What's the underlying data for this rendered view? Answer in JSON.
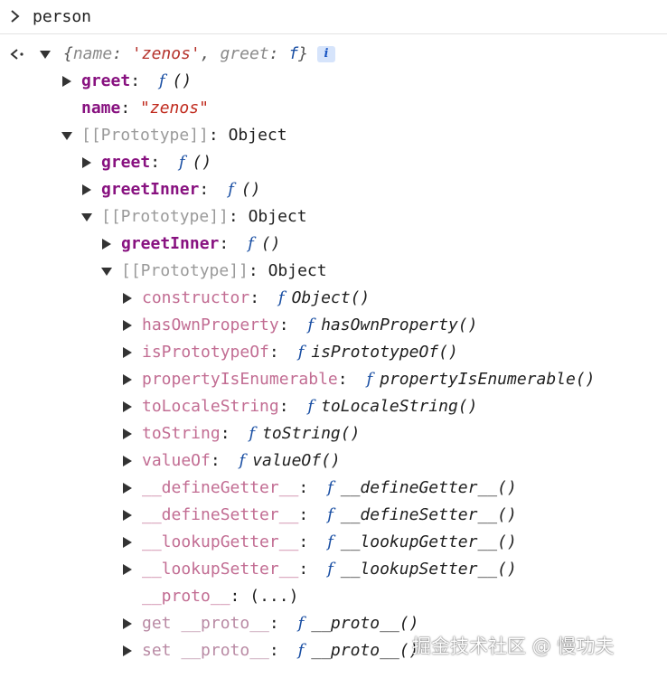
{
  "console": {
    "input": "person",
    "preview": {
      "open": "{",
      "k1": "name",
      "colon1": ": ",
      "v1": "'zenos'",
      "comma": ", ",
      "k2": "greet",
      "colon2": ": ",
      "v2": "f",
      "close": "}",
      "badge": "i"
    },
    "rows": [
      {
        "key": "greet",
        "colon": ": ",
        "fsym": "f",
        "fname": "()"
      },
      {
        "key": "name",
        "colon": ": ",
        "value": "\"zenos\""
      },
      {
        "key": "[[Prototype]]",
        "colon": ": ",
        "value": "Object"
      },
      {
        "key": "greet",
        "colon": ": ",
        "fsym": "f",
        "fname": "()"
      },
      {
        "key": "greetInner",
        "colon": ": ",
        "fsym": "f",
        "fname": "()"
      },
      {
        "key": "[[Prototype]]",
        "colon": ": ",
        "value": "Object"
      },
      {
        "key": "greetInner",
        "colon": ": ",
        "fsym": "f",
        "fname": "()"
      },
      {
        "key": "[[Prototype]]",
        "colon": ": ",
        "value": "Object"
      },
      {
        "key": "constructor",
        "colon": ": ",
        "fsym": "f",
        "fname": "Object()"
      },
      {
        "key": "hasOwnProperty",
        "colon": ": ",
        "fsym": "f",
        "fname": "hasOwnProperty()"
      },
      {
        "key": "isPrototypeOf",
        "colon": ": ",
        "fsym": "f",
        "fname": "isPrototypeOf()"
      },
      {
        "key": "propertyIsEnumerable",
        "colon": ": ",
        "fsym": "f",
        "fname": "propertyIsEnumerable()"
      },
      {
        "key": "toLocaleString",
        "colon": ": ",
        "fsym": "f",
        "fname": "toLocaleString()"
      },
      {
        "key": "toString",
        "colon": ": ",
        "fsym": "f",
        "fname": "toString()"
      },
      {
        "key": "valueOf",
        "colon": ": ",
        "fsym": "f",
        "fname": "valueOf()"
      },
      {
        "key": "__defineGetter__",
        "colon": ": ",
        "fsym": "f",
        "fname": "__defineGetter__()"
      },
      {
        "key": "__defineSetter__",
        "colon": ": ",
        "fsym": "f",
        "fname": "__defineSetter__()"
      },
      {
        "key": "__lookupGetter__",
        "colon": ": ",
        "fsym": "f",
        "fname": "__lookupGetter__()"
      },
      {
        "key": "__lookupSetter__",
        "colon": ": ",
        "fsym": "f",
        "fname": "__lookupSetter__()"
      },
      {
        "key": "__proto__",
        "colon": ": ",
        "value": "(...)"
      },
      {
        "key": "get __proto__",
        "colon": ": ",
        "fsym": "f",
        "fname": "__proto__()"
      },
      {
        "key": "set __proto__",
        "colon": ": ",
        "fsym": "f",
        "fname": "__proto__()"
      }
    ],
    "watermark": "掘金技术社区 @ 慢功夫"
  },
  "colors": {
    "own_key": "#881280",
    "inherited_key": "#c26d93",
    "prototype_key": "#9a9a9a",
    "function_symbol": "#1a4fa3",
    "string_value": "#c02a1d",
    "badge_bg": "#d6e4fb"
  },
  "icons": {
    "input_prompt": "chevron-right-icon",
    "result": "return-arrow-icon",
    "expanded": "triangle-down-icon",
    "collapsed": "triangle-right-icon"
  }
}
